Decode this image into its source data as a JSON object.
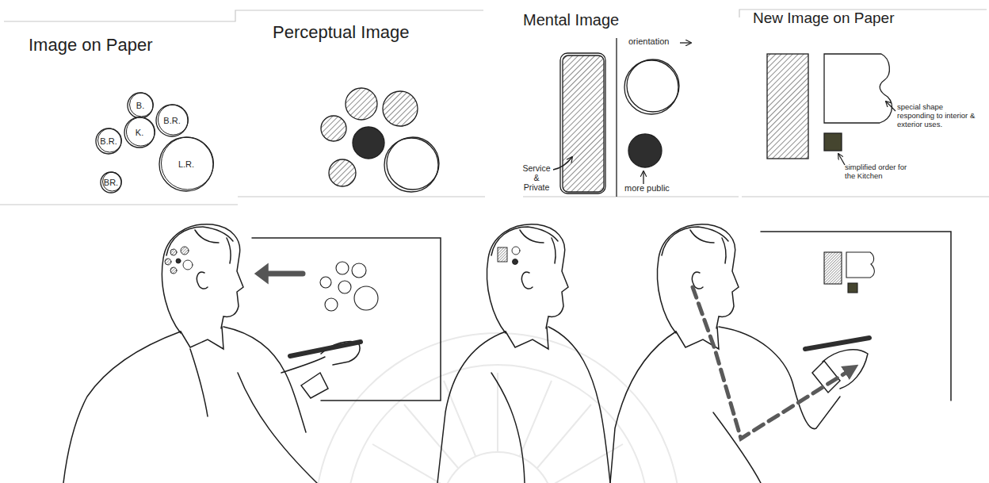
{
  "diagram": {
    "nodes": [
      {
        "text": [
          "B."
        ]
      },
      {
        "text": [
          "B.R."
        ]
      },
      {
        "text": [
          "B.R."
        ]
      },
      {
        "text": [
          "K."
        ]
      },
      {
        "text": [
          "L.R."
        ]
      },
      {
        "text": [
          "BR."
        ]
      }
    ],
    "labels": [
      "Image on Paper",
      "Perceptual Image",
      "Mental Image",
      "orientation",
      "Service & Private",
      "more public",
      "New Image on Paper",
      "special shape responding to interior & exterior uses.",
      "simplified order for the Kitchen"
    ]
  }
}
